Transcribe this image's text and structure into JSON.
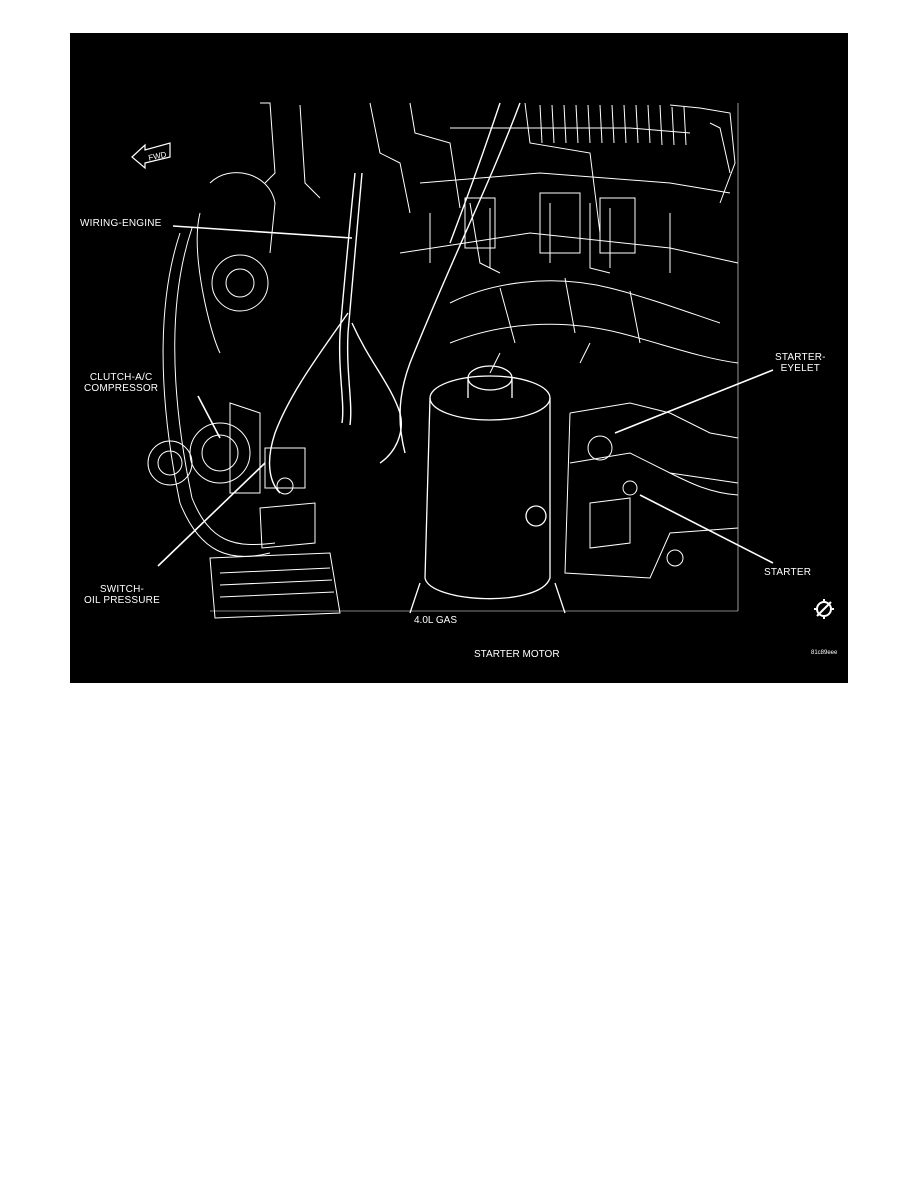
{
  "figure": {
    "labels": {
      "wiring_engine": "WIRING-ENGINE",
      "clutch_ac": "CLUTCH-A/C\nCOMPRESSOR",
      "switch_oil": "SWITCH-\nOIL PRESSURE",
      "starter_eyelet": "STARTER-\nEYELET",
      "starter": "STARTER",
      "fwd": "FWD"
    },
    "subcaption": "4.0L GAS",
    "caption": "STARTER MOTOR",
    "image_code": "81c89eee",
    "colors": {
      "background": "#000000",
      "line": "#ffffff"
    }
  }
}
